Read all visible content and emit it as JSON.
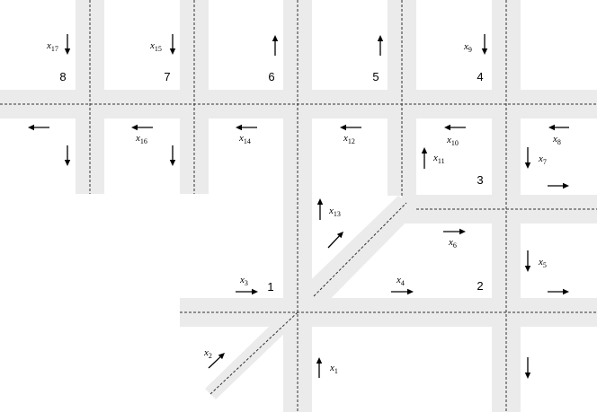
{
  "nodes": [
    {
      "id": "1",
      "label": "1"
    },
    {
      "id": "2",
      "label": "2"
    },
    {
      "id": "3",
      "label": "3"
    },
    {
      "id": "4",
      "label": "4"
    },
    {
      "id": "5",
      "label": "5"
    },
    {
      "id": "6",
      "label": "6"
    },
    {
      "id": "7",
      "label": "7"
    },
    {
      "id": "8",
      "label": "8"
    }
  ],
  "flows": [
    {
      "id": "x1",
      "var": "x",
      "sub": "1"
    },
    {
      "id": "x2",
      "var": "x",
      "sub": "2"
    },
    {
      "id": "x3",
      "var": "x",
      "sub": "3"
    },
    {
      "id": "x4",
      "var": "x",
      "sub": "4"
    },
    {
      "id": "x5",
      "var": "x",
      "sub": "5"
    },
    {
      "id": "x6",
      "var": "x",
      "sub": "6"
    },
    {
      "id": "x7",
      "var": "x",
      "sub": "7"
    },
    {
      "id": "x8",
      "var": "x",
      "sub": "8"
    },
    {
      "id": "x9",
      "var": "x",
      "sub": "9"
    },
    {
      "id": "x10",
      "var": "x",
      "sub": "10"
    },
    {
      "id": "x11",
      "var": "x",
      "sub": "11"
    },
    {
      "id": "x12",
      "var": "x",
      "sub": "12"
    },
    {
      "id": "x13",
      "var": "x",
      "sub": "13"
    },
    {
      "id": "x14",
      "var": "x",
      "sub": "14"
    },
    {
      "id": "x15",
      "var": "x",
      "sub": "15"
    },
    {
      "id": "x16",
      "var": "x",
      "sub": "16"
    },
    {
      "id": "x17",
      "var": "x",
      "sub": "17"
    }
  ],
  "colors": {
    "road": "#ebebeb",
    "centerline": "#333333",
    "ink": "#000000",
    "background": "#ffffff"
  }
}
